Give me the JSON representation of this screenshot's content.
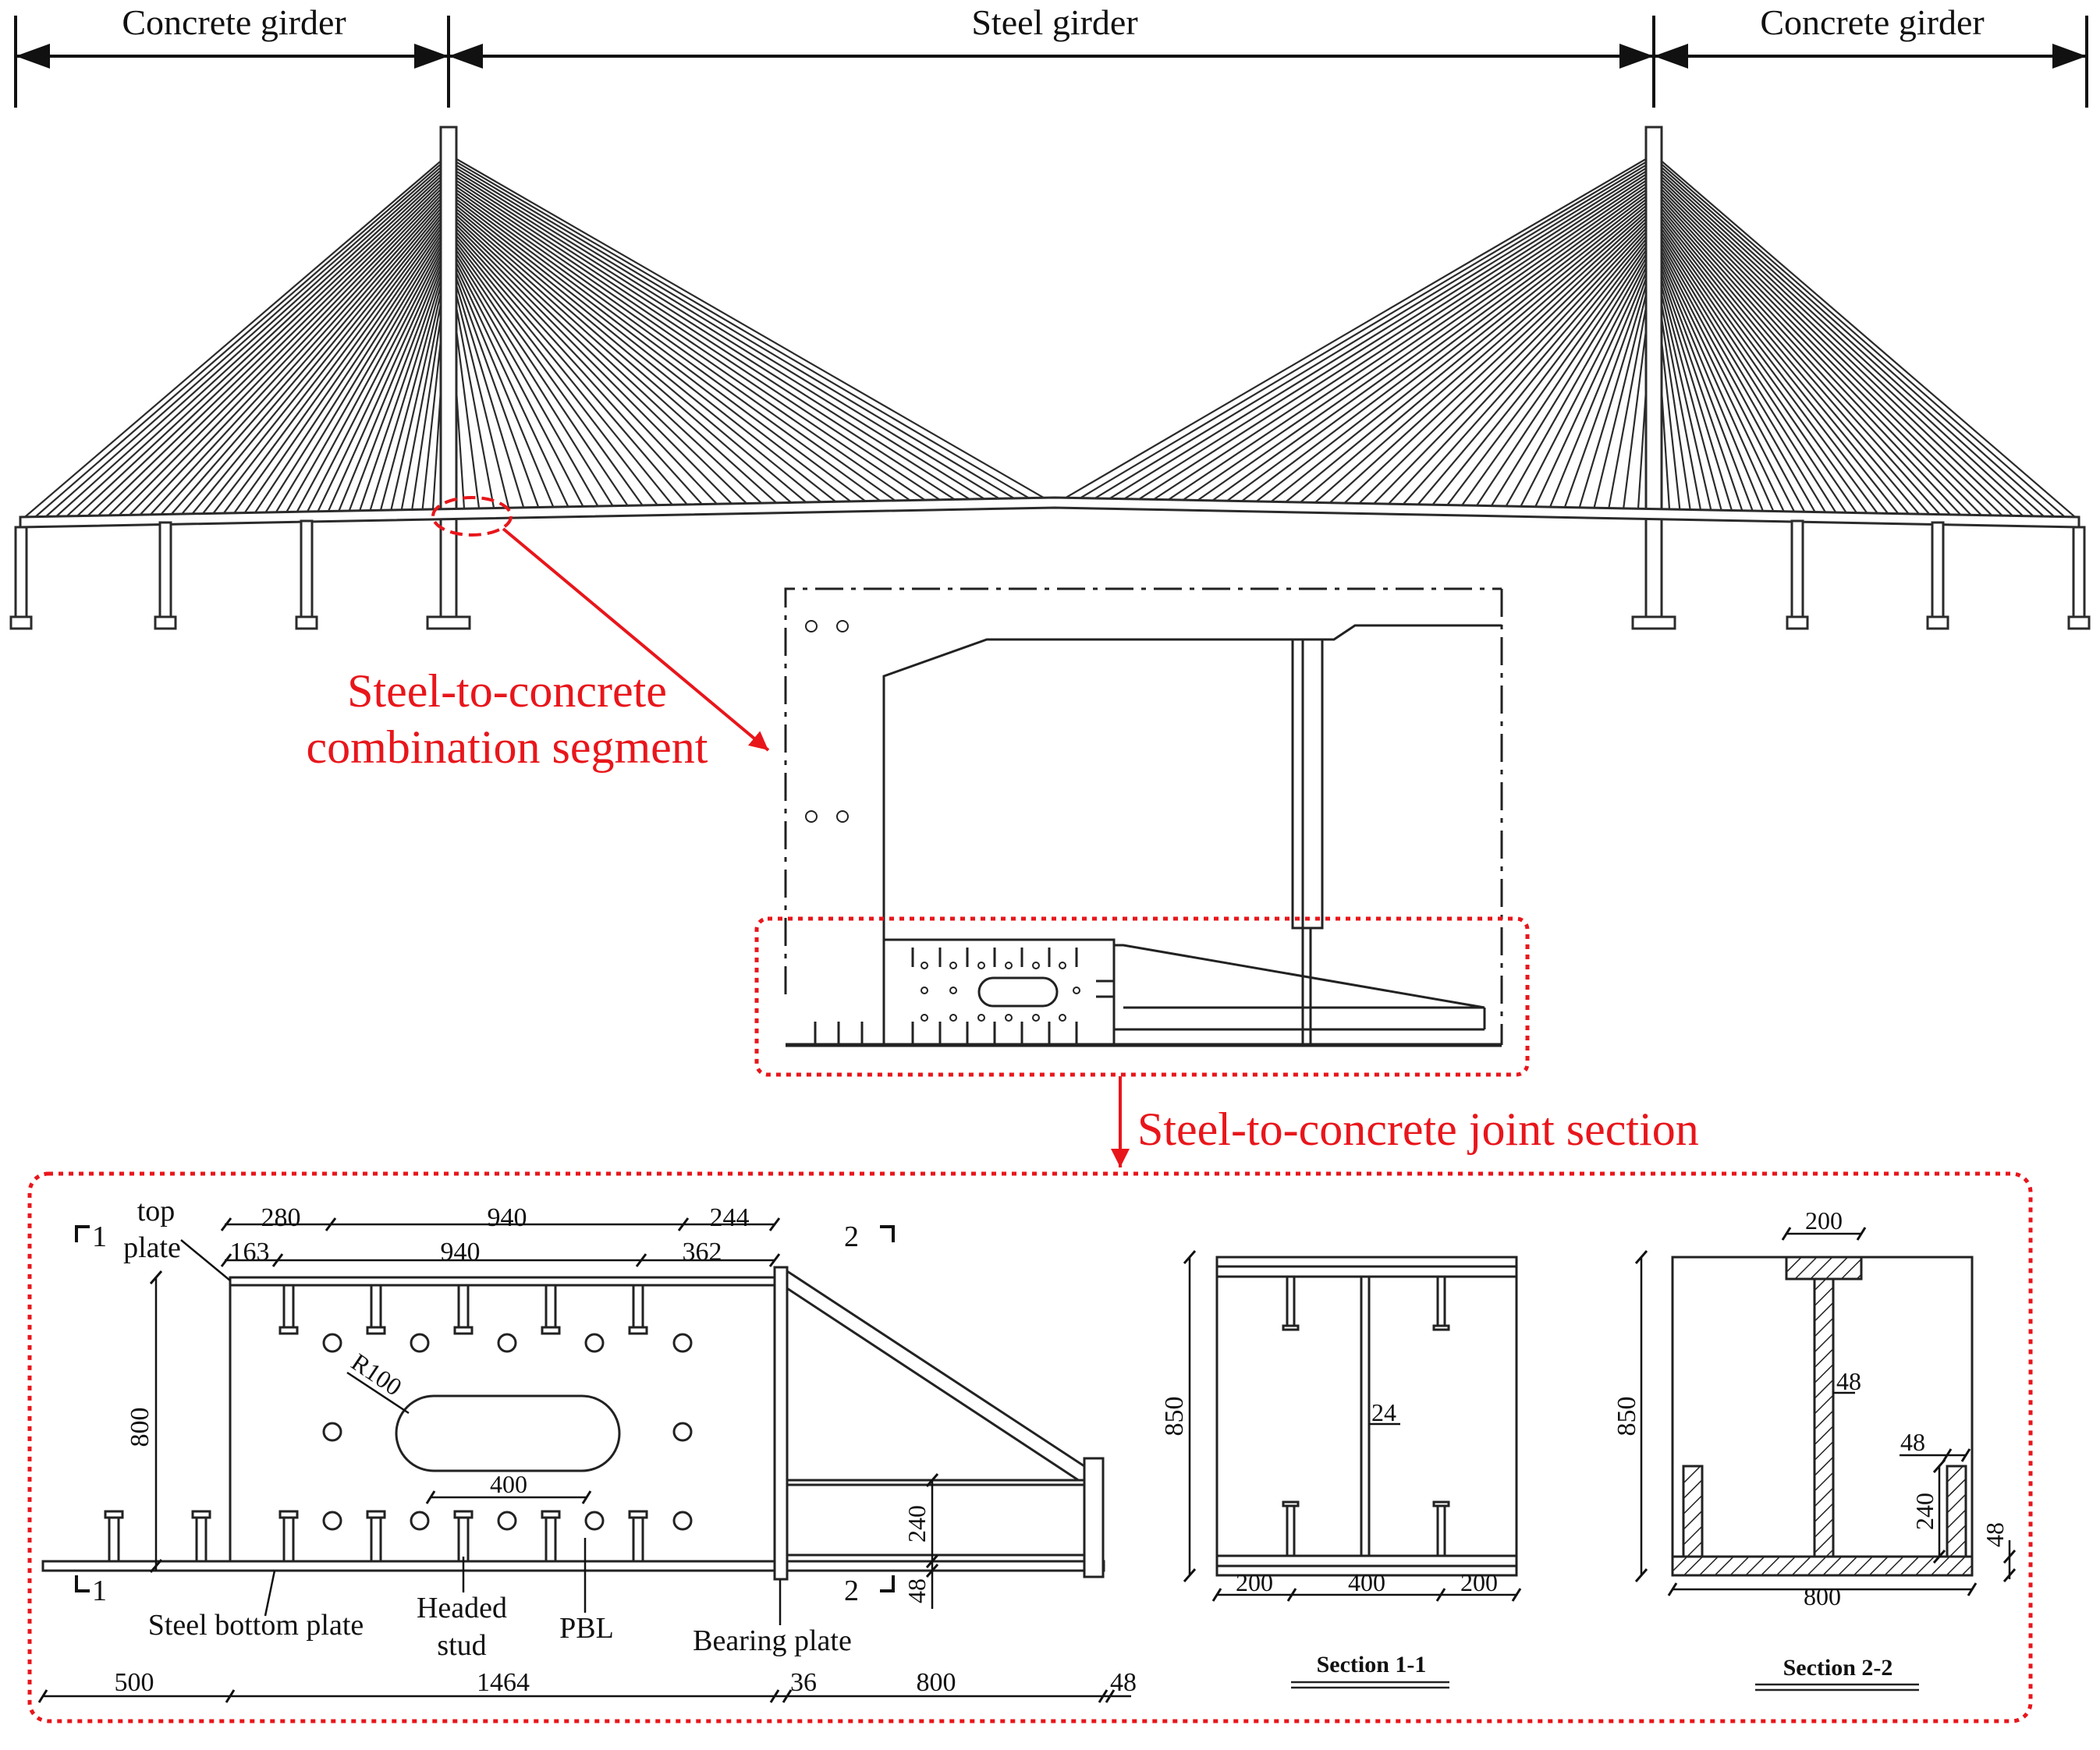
{
  "spans": {
    "left": "Concrete girder",
    "middle": "Steel girder",
    "right": "Concrete girder"
  },
  "callouts": {
    "combination_line1": "Steel-to-concrete",
    "combination_line2": "combination segment",
    "joint": "Steel-to-concrete joint section"
  },
  "detail": {
    "section_mark_1": "1",
    "section_mark_2": "2",
    "top_plate_line1": "top",
    "top_plate_line2": "plate",
    "top_dims_row1": [
      "280",
      "940",
      "244"
    ],
    "top_dims_row2": [
      "163",
      "940",
      "362"
    ],
    "height_dim": "800",
    "radius": "R100",
    "hole_length": "400",
    "dim_240": "240",
    "dim_48": "48",
    "bottom_dims": [
      "500",
      "1464",
      "36",
      "800",
      "48"
    ],
    "labels": {
      "bottom_plate": "Steel bottom plate",
      "stud_line1": "Headed",
      "stud_line2": "stud",
      "pbl": "PBL",
      "bearing": "Bearing plate"
    }
  },
  "section11": {
    "title": "Section 1-1",
    "height": "850",
    "web": "24",
    "widths": [
      "200",
      "400",
      "200"
    ]
  },
  "section22": {
    "title": "Section 2-2",
    "height": "850",
    "top_flange": "200",
    "web": "48",
    "rib": "48",
    "rib_height": "240",
    "bottom": "48",
    "width": "800"
  },
  "colors": {
    "callout": "#e8161b",
    "line": "#2b2b2b"
  }
}
